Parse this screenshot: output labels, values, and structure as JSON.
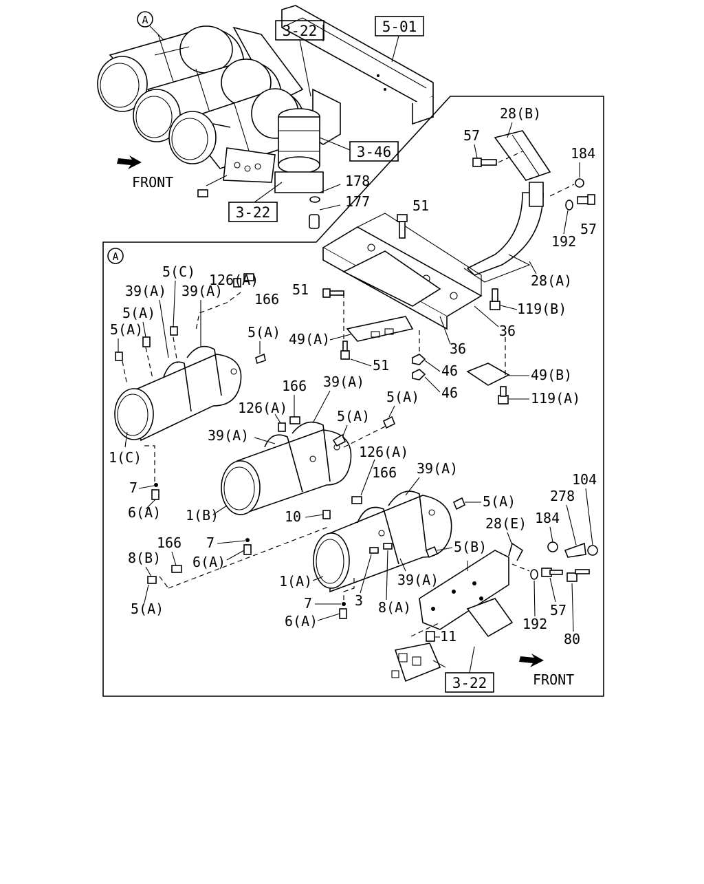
{
  "section_marker": "A",
  "front_label_top": "FRONT",
  "front_label_bottom": "FRONT",
  "refs": {
    "r_322_top": "3-22",
    "r_501": "5-01",
    "r_346": "3-46",
    "r_322_mid": "3-22",
    "r_322_bot": "3-22"
  },
  "labels": {
    "l_28B": "28(B)",
    "l_57a": "57",
    "l_184a": "184",
    "l_178": "178",
    "l_177": "177",
    "l_51a": "51",
    "l_57b": "57",
    "l_192a": "192",
    "l_28A": "28(A)",
    "l_126Aa": "126(A)",
    "l_5Ca": "5(C)",
    "l_39Aa": "39(A)",
    "l_39Ab": "39(A)",
    "l_166a": "166",
    "l_51b": "51",
    "l_119B": "119(B)",
    "l_5Aa": "5(A)",
    "l_5Ab": "5(A)",
    "l_5Ac": "5(A)",
    "l_36a": "36",
    "l_49A": "49(A)",
    "l_36b": "36",
    "l_51c": "51",
    "l_46a": "46",
    "l_49B": "49(B)",
    "l_46b": "46",
    "l_166b": "166",
    "l_39Ac": "39(A)",
    "l_126Ab": "126(A)",
    "l_5Ad": "5(A)",
    "l_119A": "119(A)",
    "l_5Ae": "5(A)",
    "l_39Ad": "39(A)",
    "l_1C": "1(C)",
    "l_126Ac": "126(A)",
    "l_166c": "166",
    "l_39Ae": "39(A)",
    "l_7a": "7",
    "l_6Aa": "6(A)",
    "l_1B": "1(B)",
    "l_5Af": "5(A)",
    "l_10": "10",
    "l_104": "104",
    "l_278": "278",
    "l_28E": "28(E)",
    "l_184b": "184",
    "l_166d": "166",
    "l_7b": "7",
    "l_8B": "8(B)",
    "l_6Ab": "6(A)",
    "l_5B": "5(B)",
    "l_1A": "1(A)",
    "l_39Af": "39(A)",
    "l_5Ag": "5(A)",
    "l_7c": "7",
    "l_3": "3",
    "l_8A": "8(A)",
    "l_6Ac": "6(A)",
    "l_57c": "57",
    "l_192b": "192",
    "l_80": "80",
    "l_11": "11"
  }
}
